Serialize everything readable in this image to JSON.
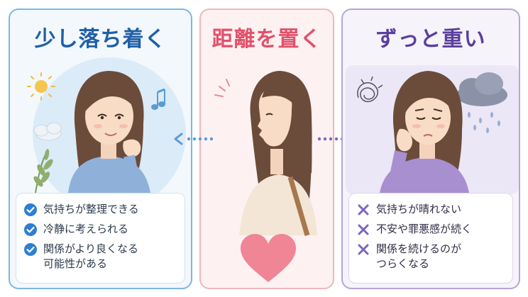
{
  "panels": {
    "left": {
      "title": "少し落ち着く",
      "items": [
        "気持ちが整理できる",
        "冷静に考えられる",
        "関係がより良くなる\n可能性がある"
      ],
      "accent": "#1f5fa7"
    },
    "center": {
      "title": "距離を置く",
      "accent": "#e2506a"
    },
    "right": {
      "title": "ずっと重い",
      "items": [
        "気持ちが晴れない",
        "不安や罪悪感が続く",
        "関係を続けるのが\nつらくなる"
      ],
      "accent": "#5b3f9c"
    }
  },
  "icons": {
    "left_item_icon": "check-circle-icon",
    "right_item_icon": "x-mark-icon",
    "left_illustration": [
      "sun-icon",
      "cloud-icon",
      "music-note-icon",
      "leaf-icon"
    ],
    "right_illustration": [
      "scribble-icon",
      "rain-cloud-icon"
    ],
    "center_illustration": [
      "heart-icon",
      "surprise-lines-icon"
    ]
  }
}
